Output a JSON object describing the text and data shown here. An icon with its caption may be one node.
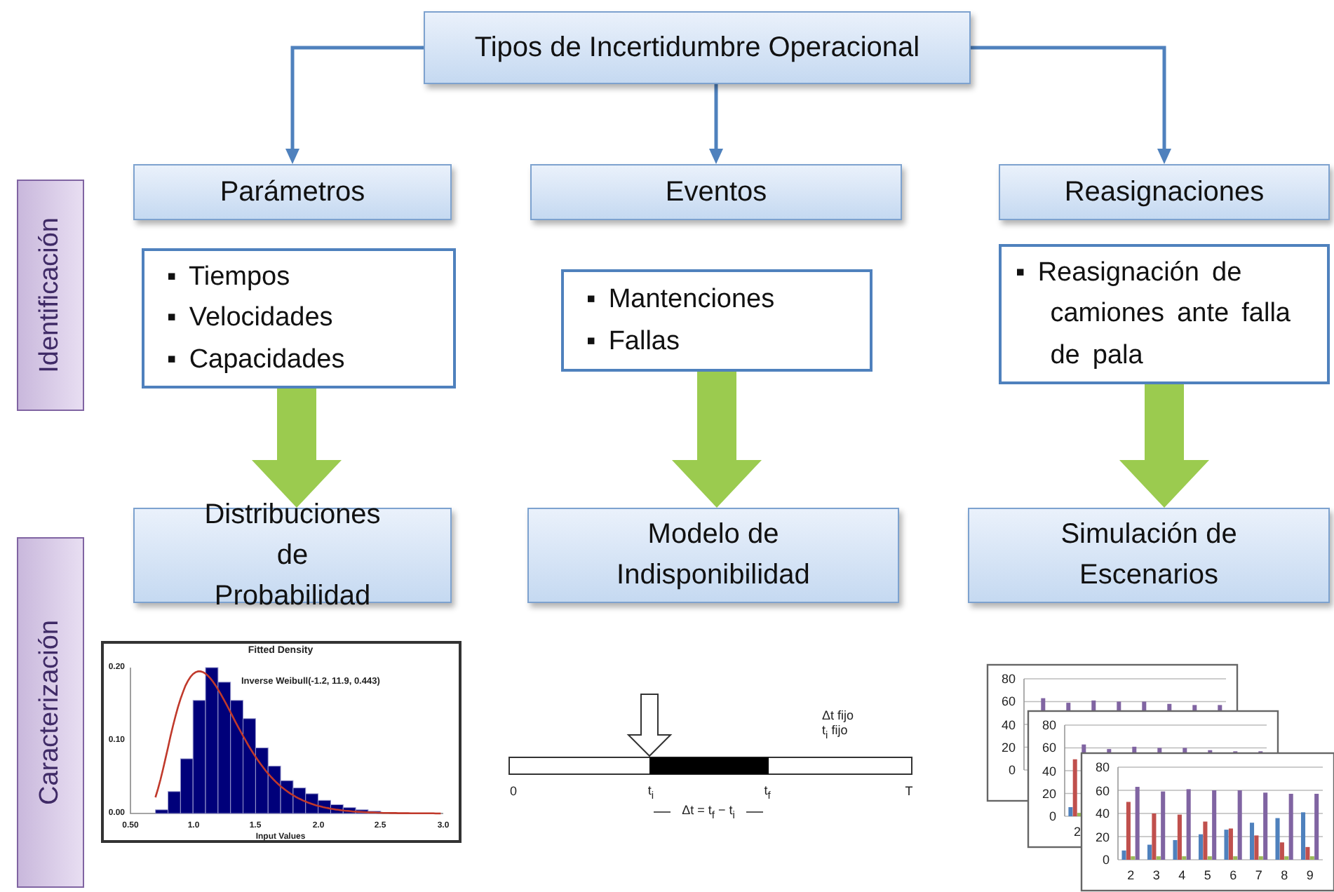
{
  "diagram": {
    "nodes": [
      {
        "text": [
          "Tipos de Incertidumbre Operacional"
        ]
      },
      {
        "text": [
          "Parámetros"
        ]
      },
      {
        "text": [
          "Eventos"
        ]
      },
      {
        "text": [
          "Reasignaciones"
        ]
      },
      {
        "text": [
          "▪ Tiempos",
          "▪ Velocidades",
          "▪ Capacidades"
        ]
      },
      {
        "text": [
          "▪ Mantenciones",
          "▪ Fallas"
        ]
      },
      {
        "text": [
          "▪ Reasignación de camiones ante falla de pala"
        ]
      },
      {
        "text": [
          "Distribuciones de Probabilidad"
        ]
      },
      {
        "text": [
          "Modelo de Indisponibilidad"
        ]
      },
      {
        "text": [
          "Simulación de Escenarios"
        ]
      },
      {
        "text": [
          "Identificación"
        ]
      },
      {
        "text": [
          "Caracterización"
        ]
      }
    ],
    "edges": [
      {
        "from": 0,
        "to": 1,
        "arrow": "to"
      },
      {
        "from": 0,
        "to": 2,
        "arrow": "to"
      },
      {
        "from": 0,
        "to": 3,
        "arrow": "to"
      },
      {
        "from": 4,
        "to": 7,
        "arrow": "to",
        "style": "thick",
        "color": "#9bcb4f"
      },
      {
        "from": 5,
        "to": 8,
        "arrow": "to",
        "style": "thick",
        "color": "#9bcb4f"
      },
      {
        "from": 6,
        "to": 9,
        "arrow": "to",
        "style": "thick",
        "color": "#9bcb4f"
      }
    ],
    "labels": [
      "Fitted Density",
      "0.20",
      "Inverse Weibull(-1.2, 11.9, 0.443)",
      "0.10",
      "0.00",
      "0.50",
      "1.0",
      "1.5",
      "2.0",
      "2.5",
      "3.0",
      "Input Values",
      "Δt fijo",
      "t$_{i}$ fijo",
      "0",
      "t$_{i}$",
      "t$_{f}$",
      "T",
      "Δt = t$_{f}$ − t$_{i}$",
      "80",
      "60",
      "40",
      "20",
      "0",
      "80",
      "60",
      "40",
      "20",
      "0",
      "2",
      "80",
      "60",
      "40",
      "20",
      "0",
      "2",
      "3",
      "4",
      "5",
      "6",
      "7",
      "8",
      "9"
    ]
  }
}
